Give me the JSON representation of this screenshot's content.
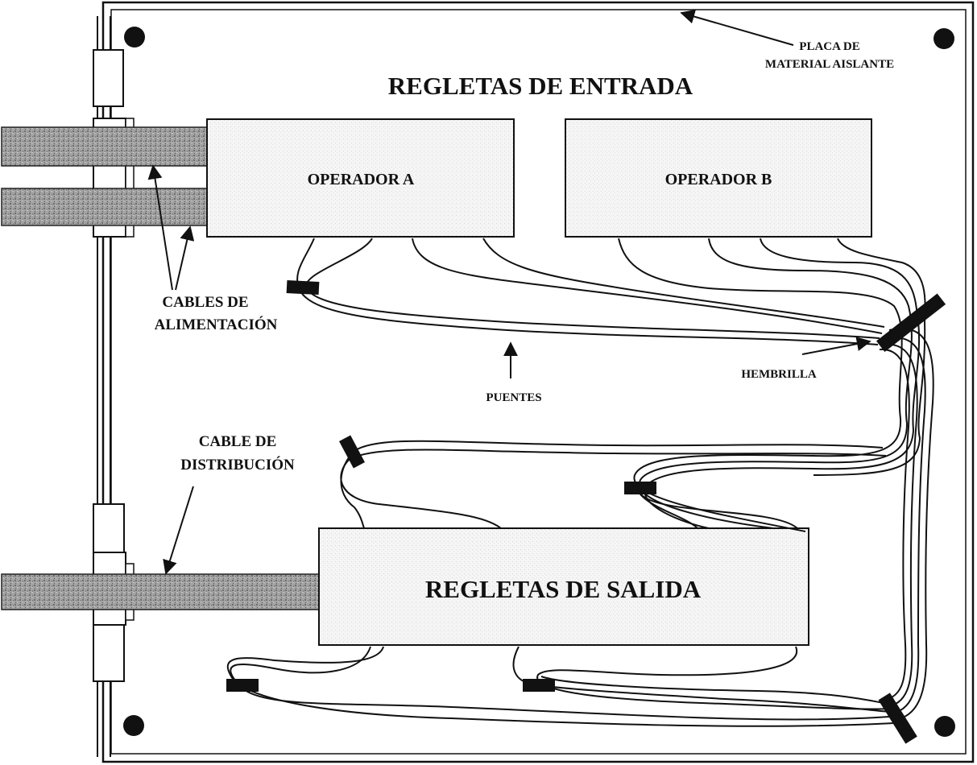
{
  "labels": {
    "board_note_line1": "PLACA DE",
    "board_note_line2": "MATERIAL AISLANTE",
    "input_strips_title": "REGLETAS DE ENTRADA",
    "operator_a": "OPERADOR A",
    "operator_b": "OPERADOR B",
    "power_cables_line1": "CABLES DE",
    "power_cables_line2": "ALIMENTACIÓN",
    "jumpers": "PUENTES",
    "eyelet": "HEMBRILLA",
    "distribution_cable_line1": "CABLE DE",
    "distribution_cable_line2": "DISTRIBUCIÓN",
    "output_strips_title": "REGLETAS DE SALIDA"
  },
  "colors": {
    "ink": "#111111",
    "cable_gray": "#9a9a9a",
    "box_fill": "#f4f4f4",
    "background": "#ffffff"
  }
}
